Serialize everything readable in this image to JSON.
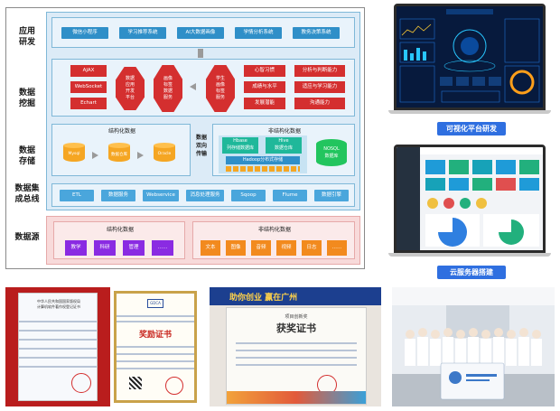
{
  "rows": {
    "app": "应用\n研发",
    "mining": "数据\n挖掘",
    "storage": "数据\n存储",
    "integration": "数据集\n成总线",
    "source": "数据源"
  },
  "app_layer": [
    "微信小程序",
    "学习推荐系统",
    "AI大数据画像",
    "学情分析系统",
    "教务决策系统"
  ],
  "mining_layer": {
    "left_boxes": [
      "AJAX",
      "WebSocket",
      "Echart"
    ],
    "left_oct_big": "数据\n应用\n开发\n平台",
    "mid_oct_left": "画像\n标签\n数据\n服务",
    "mid_oct_right": "学生\n画像\n标签\n服务",
    "right_col1": [
      "心智习惯",
      "成绩与水平",
      "发展潜能"
    ],
    "right_col2": [
      "分析与判断能力",
      "适应与学习能力",
      "沟通能力"
    ]
  },
  "storage_layer": {
    "structured_title": "结构化数据",
    "cylinders": [
      "Mysql",
      "数据仓库",
      "Oracle"
    ],
    "middle_label": "数据\n双向\n传输",
    "unstructured_title": "非结构化数据",
    "hbase": "Hbase\n列存储数据库",
    "hive": "Hive\n数据仓库",
    "hadoop": "Hadoop分布式存储",
    "nosql": "NOSQL\n数据库"
  },
  "integration_layer": [
    "ETL",
    "数据服务",
    "Webservice",
    "消息处理服务",
    "Sqoop",
    "Flume",
    "数据引擎"
  ],
  "source_layer": {
    "structured_title": "结构化数据",
    "structured_items": [
      "教学",
      "科研",
      "管理",
      "……"
    ],
    "unstructured_title": "非结构化数据",
    "unstructured_items": [
      "文本",
      "图像",
      "音频",
      "视频",
      "日志",
      "……"
    ]
  },
  "captions": {
    "visual": "可视化平台研发",
    "cloud": "云服务器搭建"
  },
  "photos": {
    "cert1": "中华人民共和国国家版权局\n计算机软件著作权登记证书",
    "cert2_title": "奖励证书",
    "cert2_header": "GDCA",
    "cert3_banner": "助你创业 赢在广州",
    "cert3_title": "获奖证书",
    "cert3_sub": "项目创新奖"
  },
  "colors": {
    "accent_blue": "#2f8fc8",
    "red": "#d42f2f",
    "orange": "#f28a1e",
    "purple": "#8a2be2",
    "caption": "#2f6fe0"
  }
}
